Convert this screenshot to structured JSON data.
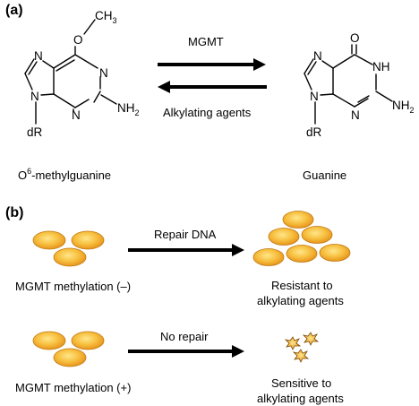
{
  "panel_a": {
    "label": "(a)",
    "left_molecule": {
      "methyl": "CH",
      "methyl_subscript": "3",
      "oxygen": "O",
      "n_atoms": [
        "N",
        "N",
        "N",
        "N"
      ],
      "amine": "NH",
      "amine_subscript": "2",
      "sugar": "dR",
      "name_prefix": "O",
      "name_superscript": "6",
      "name_suffix": "-methylguanine"
    },
    "right_molecule": {
      "oxygen": "O",
      "n_atoms": [
        "N",
        "N",
        "N"
      ],
      "nh": "NH",
      "amine": "NH",
      "amine_subscript": "2",
      "sugar": "dR",
      "name": "Guanine"
    },
    "forward_label": "MGMT",
    "reverse_label": "Alkylating agents"
  },
  "panel_b": {
    "label": "(b)",
    "row1": {
      "left_label": "MGMT methylation (–)",
      "arrow_label": "Repair DNA",
      "outcome_line1": "Resistant to",
      "outcome_line2": "alkylating agents"
    },
    "row2": {
      "left_label": "MGMT methylation (+)",
      "arrow_label": "No repair",
      "outcome_line1": "Sensitive to",
      "outcome_line2": "alkylating agents"
    }
  },
  "colors": {
    "cell_fill_center": "#ffe27a",
    "cell_fill_edge": "#f0a020",
    "cell_outline": "#c07a10",
    "arrow": "#000000"
  }
}
